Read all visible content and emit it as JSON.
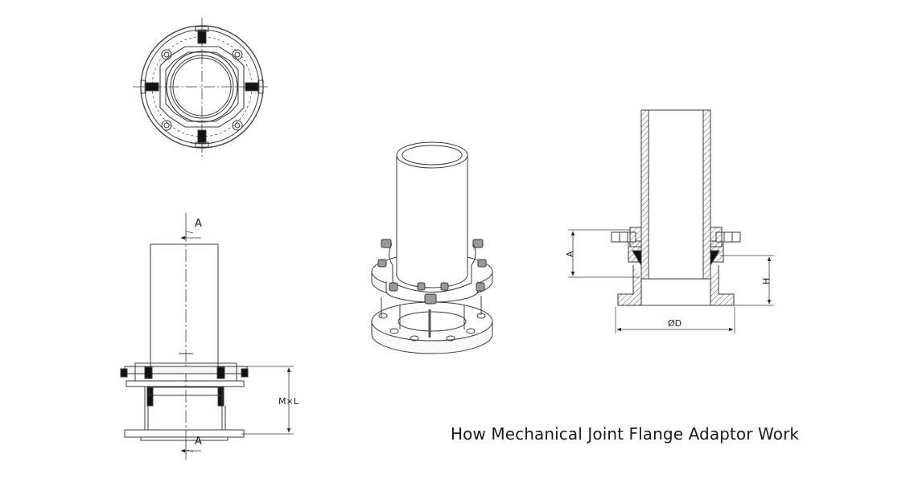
{
  "caption": "How Mechanical Joint Flange Adaptor Work",
  "labels": {
    "section_top": "A",
    "section_bottom": "A",
    "dim_mxl": "M×L",
    "dim_a": "A",
    "dim_h": "H",
    "dim_d": "ØD"
  },
  "colors": {
    "line": "#3a3a3a",
    "fill_dark": "#111111",
    "fill_light": "#f4f4f4"
  }
}
